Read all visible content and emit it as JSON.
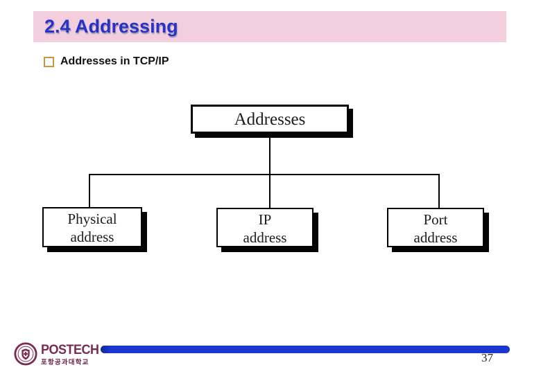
{
  "header": {
    "title": "2.4 Addressing"
  },
  "content": {
    "bullet_label": "Addresses in TCP/IP"
  },
  "diagram": {
    "type": "tree",
    "root_label": "Addresses",
    "children": [
      {
        "line1": "Physical",
        "line2": "address"
      },
      {
        "line1": "IP",
        "line2": "address"
      },
      {
        "line1": "Port",
        "line2": "address"
      }
    ]
  },
  "footer": {
    "logo_name": "POSTECH",
    "logo_korean": "포항공과대학교",
    "page_number": "37"
  },
  "colors": {
    "title_bar_bg": "#f3cedd",
    "title_text": "#2533c6",
    "bullet_border": "#c29b38",
    "accent_bar_blue": "#1b36d0",
    "logo_maroon": "#7d2a50",
    "diagram_line": "#000000"
  }
}
